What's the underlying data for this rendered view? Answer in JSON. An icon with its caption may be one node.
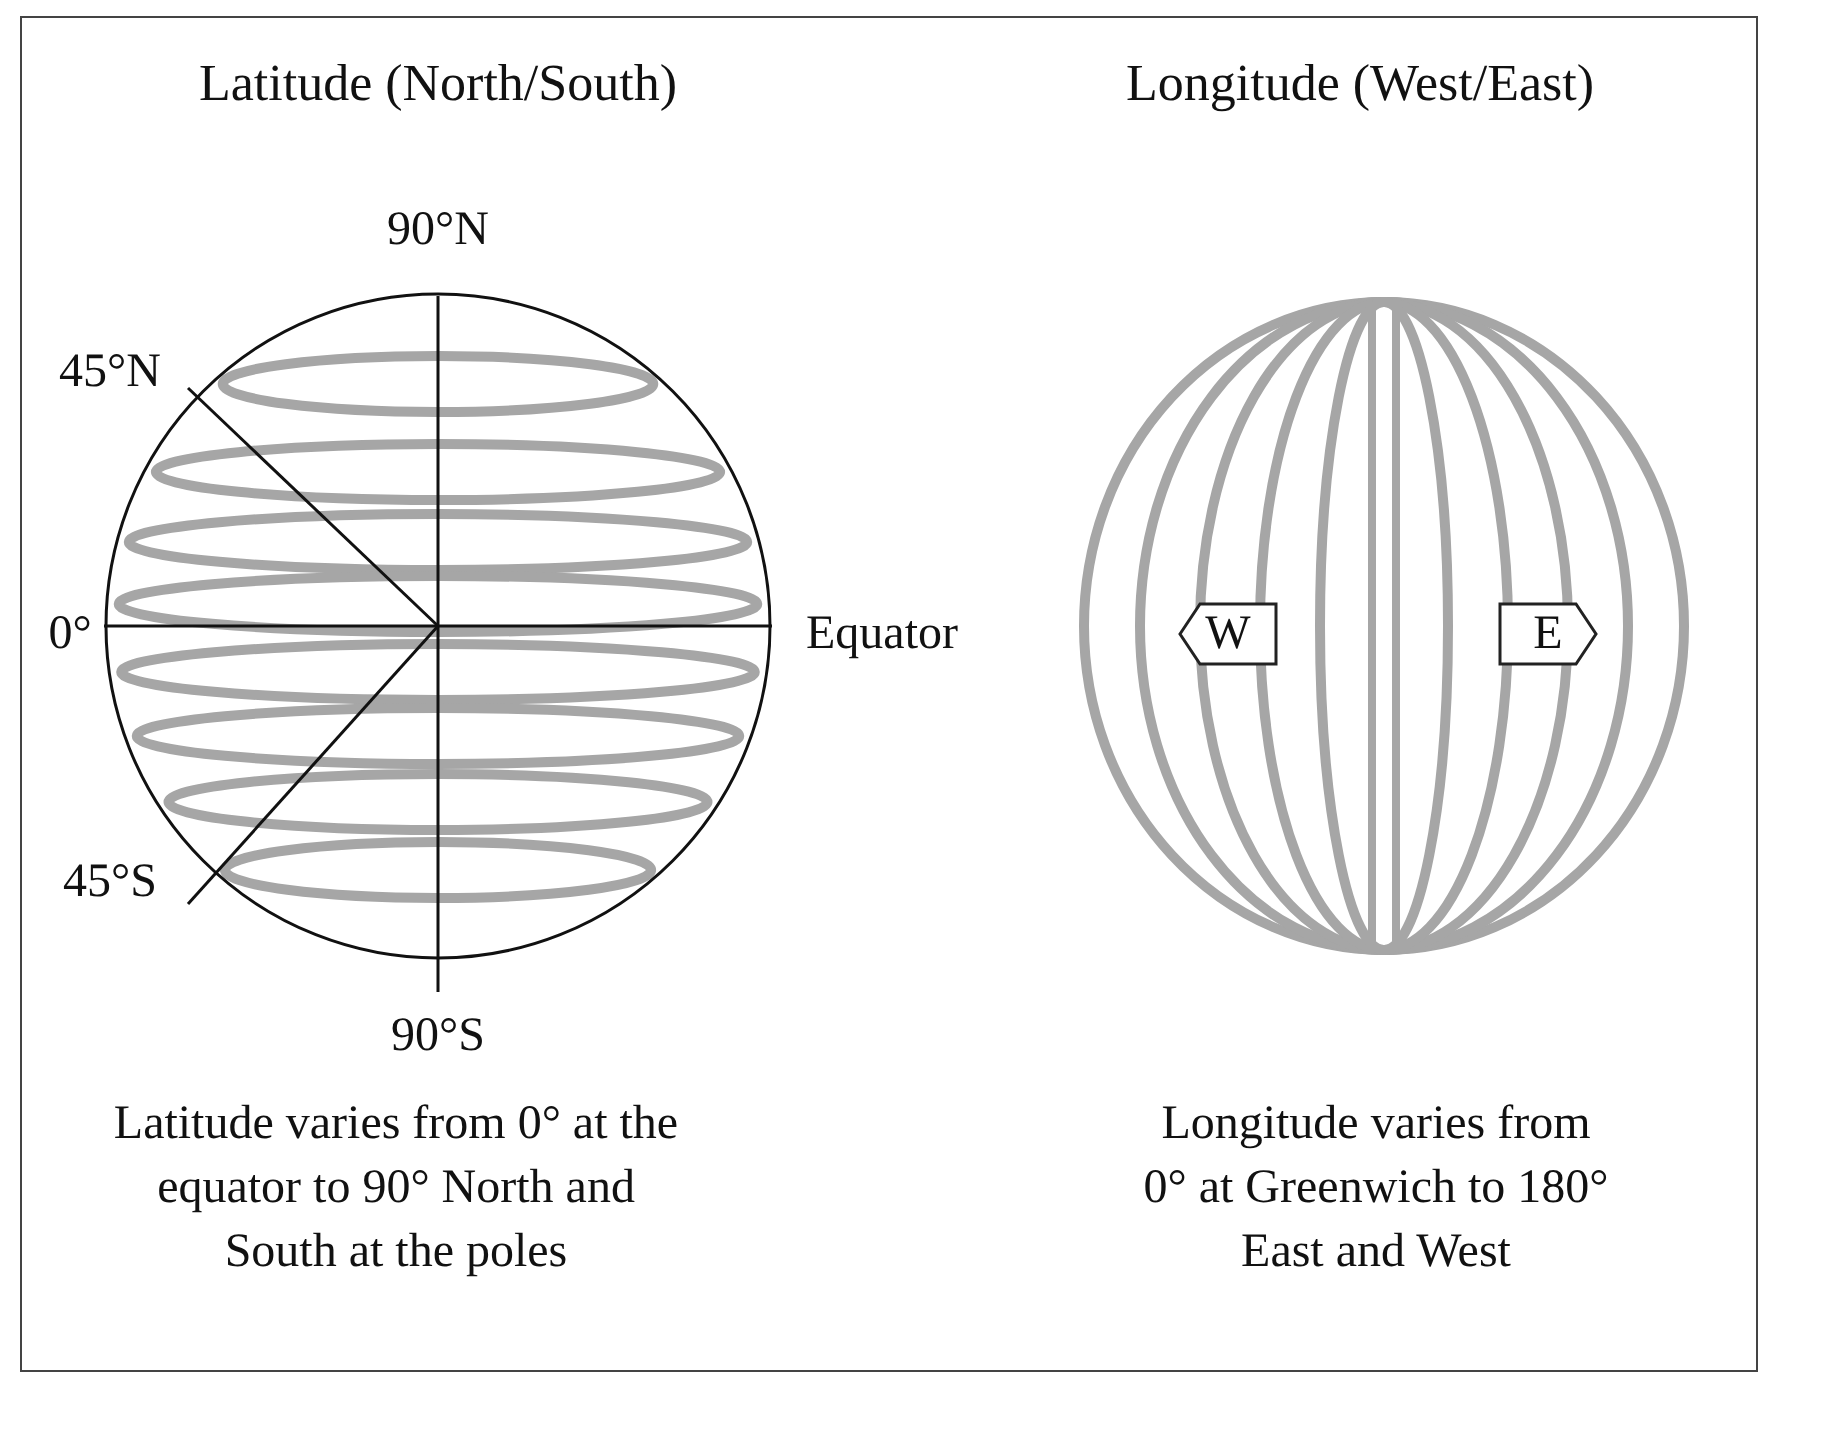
{
  "diagram": {
    "nodes": [
      {
        "text": [
          "W"
        ]
      },
      {
        "text": [
          "E"
        ]
      }
    ],
    "labels": [
      "Latitude (North/South)",
      "Longitude (West/East)",
      "90°N",
      "45°N",
      "0°",
      "Equator",
      "45°S",
      "90°S",
      "Latitude varies from 0° at the equator to 90° North and South at the poles",
      "Longitude varies from 0° at Greenwich to 180° East and West"
    ]
  }
}
